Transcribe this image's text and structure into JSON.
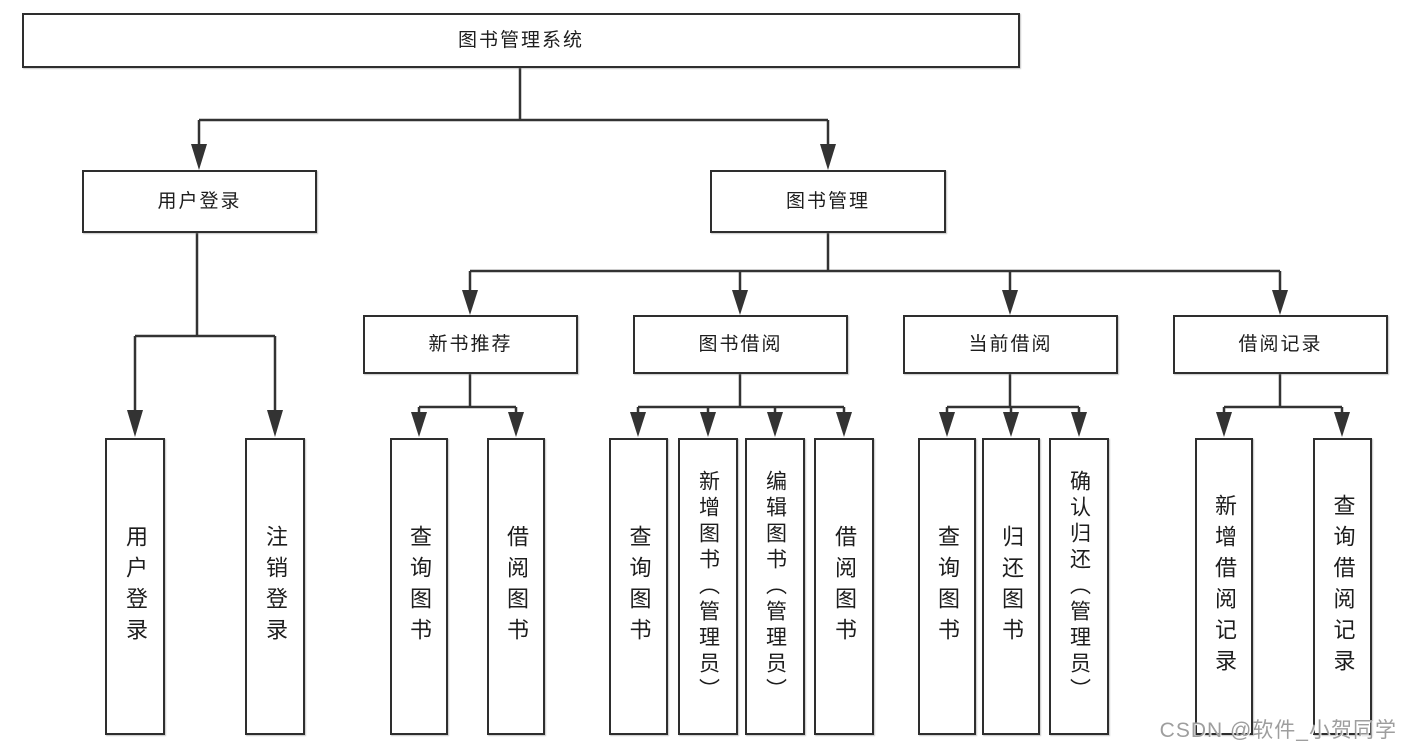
{
  "colors": {
    "line": "#333333",
    "box_border": "#2e2e2e",
    "text": "#1d1d1d",
    "watermark": "#9e9e9e",
    "background": "#ffffff"
  },
  "watermark": {
    "text": "CSDN @软件_小贺同学"
  },
  "diagram": {
    "type": "hierarchy-tree",
    "root": {
      "label": "图书管理系统"
    },
    "branches": [
      {
        "label": "用户登录",
        "children": [
          {
            "label": "用户登录"
          },
          {
            "label": "注销登录"
          }
        ]
      },
      {
        "label": "图书管理",
        "children": [
          {
            "label": "新书推荐",
            "children": [
              {
                "label": "查询图书"
              },
              {
                "label": "借阅图书"
              }
            ]
          },
          {
            "label": "图书借阅",
            "children": [
              {
                "label": "查询图书"
              },
              {
                "label": "新增图书（管理员）"
              },
              {
                "label": "编辑图书（管理员）"
              },
              {
                "label": "借阅图书"
              }
            ]
          },
          {
            "label": "当前借阅",
            "children": [
              {
                "label": "查询图书"
              },
              {
                "label": "归还图书"
              },
              {
                "label": "确认归还（管理员）"
              }
            ]
          },
          {
            "label": "借阅记录",
            "children": [
              {
                "label": "新增借阅记录"
              },
              {
                "label": "查询借阅记录"
              }
            ]
          }
        ]
      }
    ]
  }
}
